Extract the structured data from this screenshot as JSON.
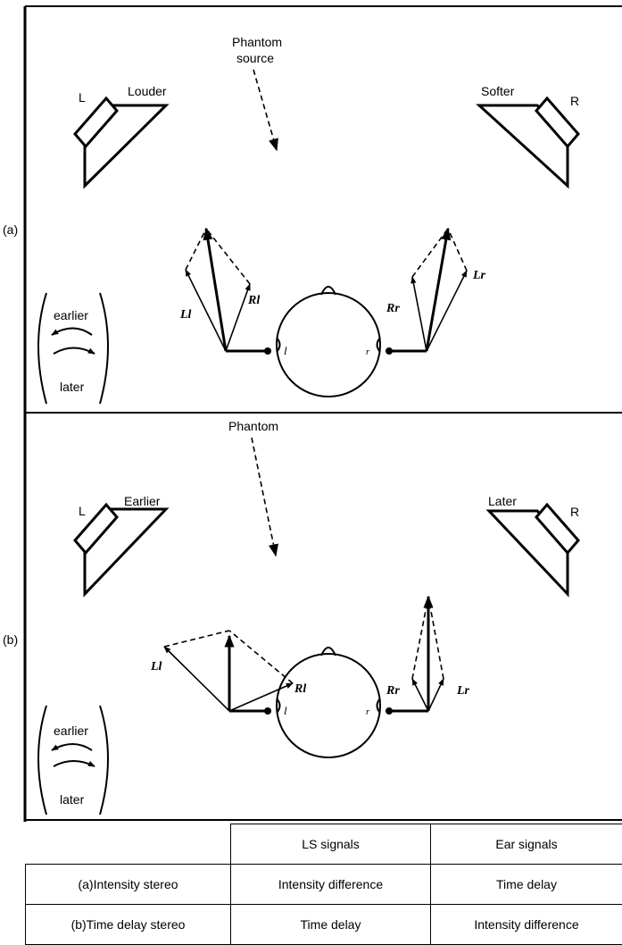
{
  "panel_a": {
    "label": "(a)",
    "phantom_line1": "Phantom",
    "phantom_line2": "source",
    "left_speaker_label": "L",
    "right_speaker_label": "R",
    "left_speaker_note": "Louder",
    "right_speaker_note": "Softer",
    "vec_Ll": "Ll",
    "vec_Rl": "Rl",
    "vec_Rr": "Rr",
    "vec_Lr": "Lr",
    "ear_l": "l",
    "ear_r": "r",
    "legend_earlier": "earlier",
    "legend_later": "later"
  },
  "panel_b": {
    "label": "(b)",
    "phantom_line1": "Phantom",
    "left_speaker_label": "L",
    "right_speaker_label": "R",
    "left_speaker_note": "Earlier",
    "right_speaker_note": "Later",
    "vec_Ll": "Ll",
    "vec_Rl": "Rl",
    "vec_Rr": "Rr",
    "vec_Lr": "Lr",
    "ear_l": "l",
    "ear_r": "r",
    "legend_earlier": "earlier",
    "legend_later": "later"
  },
  "table": {
    "col_headers": [
      "",
      "LS signals",
      "Ear signals"
    ],
    "rows": [
      [
        "(a)Intensity stereo",
        "Intensity difference",
        "Time delay"
      ],
      [
        "(b)Time delay stereo",
        "Time delay",
        "Intensity difference"
      ]
    ]
  }
}
